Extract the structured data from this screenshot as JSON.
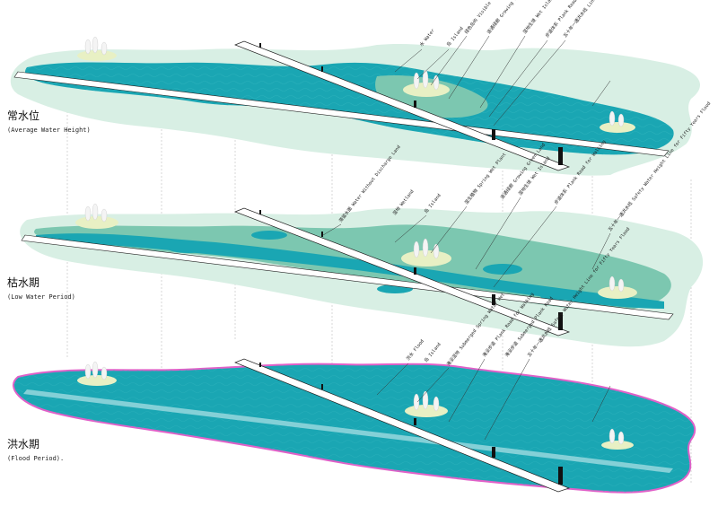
{
  "layers": [
    {
      "key": "average",
      "title_zh": "常水位",
      "title_en": "(Average Water Height)",
      "callouts": [
        {
          "zh": "水",
          "en": "Water"
        },
        {
          "zh": "岛",
          "en": "Island"
        },
        {
          "zh": "绿色岛屿",
          "en": "Visible Trees"
        },
        {
          "zh": "连通绿廊",
          "en": "Growing Green Land"
        },
        {
          "zh": "湿地生境",
          "en": "Wet Island"
        },
        {
          "zh": "步道体系",
          "en": "Plank Road for Walking"
        },
        {
          "zh": "五十年一遇洪水线",
          "en": "Line for Fifty Years Flood"
        }
      ]
    },
    {
      "key": "low",
      "title_zh": "枯水期",
      "title_en": "(Low Water Period)",
      "callouts": [
        {
          "zh": "滞留水面",
          "en": "Water Without Discharge Land"
        },
        {
          "zh": "湿地",
          "en": "Wetland"
        },
        {
          "zh": "岛",
          "en": "Island"
        },
        {
          "zh": "湿生植物",
          "en": "Spring Wet Plant"
        },
        {
          "zh": "连通绿廊",
          "en": "Growing Green Land"
        },
        {
          "zh": "湿地生境",
          "en": "Wet Island"
        },
        {
          "zh": "步道体系",
          "en": "Plank Road for Walking"
        },
        {
          "zh": "五十年一遇洪水线",
          "en": "Safety Water Height Line for Fifty Years Flood"
        }
      ]
    },
    {
      "key": "flood",
      "title_zh": "洪水期",
      "title_en": "(Flood Period).",
      "callouts": [
        {
          "zh": "洪水",
          "en": "Flood"
        },
        {
          "zh": "岛",
          "en": "Island"
        },
        {
          "zh": "淹没湿地",
          "en": "Submerged Spring Water Wet"
        },
        {
          "zh": "淹没步道",
          "en": "Plank Road for Walking"
        },
        {
          "zh": "淹没步道",
          "en": "Submerged Plank Road"
        },
        {
          "zh": "五十年一遇洪水线",
          "en": "Safety Water Height Line for Fifty Years Flood"
        }
      ]
    }
  ],
  "colors": {
    "water": "#1aa6b3",
    "pale_land": "#d8efe4",
    "mid_green": "#7cc7b0",
    "island": "#e8f0c4",
    "flood_edge": "#e060c8",
    "path": "#ffffff"
  }
}
